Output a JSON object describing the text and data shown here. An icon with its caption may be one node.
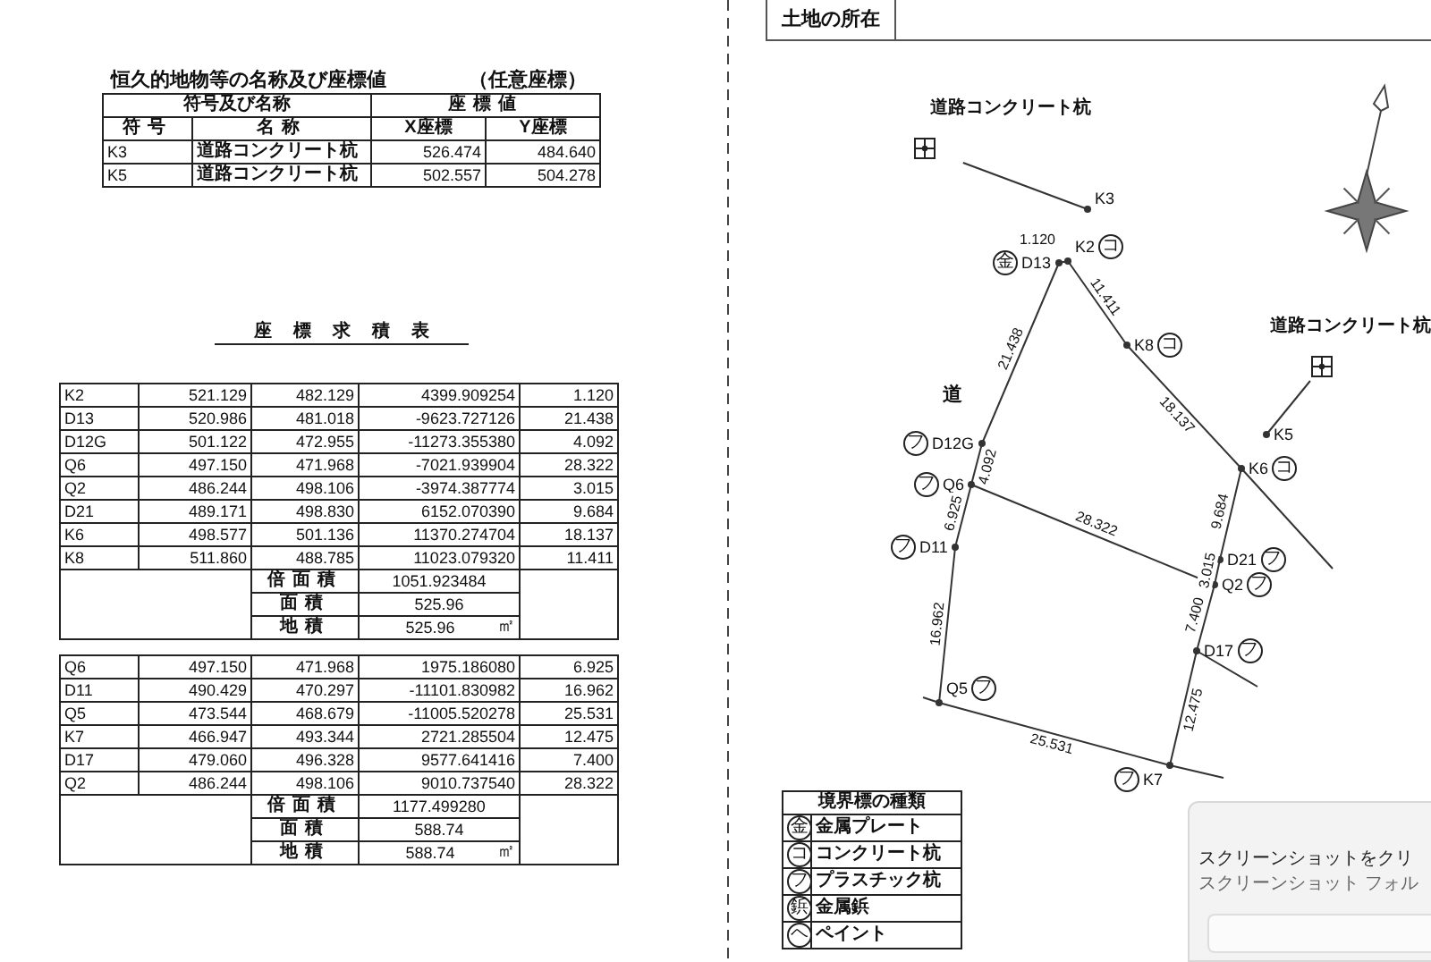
{
  "diagram": {
    "nodes": [
      {
        "text": [
          "道路コンクリート杭"
        ]
      },
      {
        "text": [
          "K3"
        ]
      },
      {
        "text": [
          "金",
          "D13"
        ]
      },
      {
        "text": [
          "K2",
          "コ"
        ]
      },
      {
        "text": [
          "K8",
          "コ"
        ]
      },
      {
        "text": [
          "道路コンクリート杭"
        ]
      },
      {
        "text": [
          "K5"
        ]
      },
      {
        "text": [
          "フ",
          "D12G"
        ]
      },
      {
        "text": [
          "K6",
          "コ"
        ]
      },
      {
        "text": [
          "フ",
          "Q6"
        ]
      },
      {
        "text": [
          "フ",
          "D11"
        ]
      },
      {
        "text": [
          "D21",
          "フ"
        ]
      },
      {
        "text": [
          "Q2",
          "フ"
        ]
      },
      {
        "text": [
          "D17",
          "フ"
        ]
      },
      {
        "text": [
          "Q5",
          "フ"
        ]
      },
      {
        "text": [
          "フ",
          "K7"
        ]
      }
    ],
    "edges": [
      {
        "from": 0,
        "to": 1,
        "arrow": "none"
      },
      {
        "from": 5,
        "to": 6,
        "arrow": "none"
      },
      {
        "from": 2,
        "to": 3,
        "arrow": "none",
        "label": "1.120"
      },
      {
        "from": 3,
        "to": 4,
        "arrow": "none",
        "label": "11.411"
      },
      {
        "from": 4,
        "to": 8,
        "arrow": "none",
        "label": "18.137"
      },
      {
        "from": 2,
        "to": 7,
        "arrow": "none",
        "label": "21.438"
      },
      {
        "from": 7,
        "to": 9,
        "arrow": "none",
        "label": "4.092"
      },
      {
        "from": 9,
        "to": 10,
        "arrow": "none",
        "label": "6.925"
      },
      {
        "from": 10,
        "to": 14,
        "arrow": "none",
        "label": "16.962"
      },
      {
        "from": 14,
        "to": 15,
        "arrow": "none",
        "label": "25.531"
      },
      {
        "from": 15,
        "to": 13,
        "arrow": "none",
        "label": "12.475"
      },
      {
        "from": 13,
        "to": 12,
        "arrow": "none",
        "label": "7.400"
      },
      {
        "from": 12,
        "to": 11,
        "arrow": "none",
        "label": "3.015"
      },
      {
        "from": 11,
        "to": 8,
        "arrow": "none",
        "label": "9.684"
      },
      {
        "from": 9,
        "to": 12,
        "arrow": "none",
        "label": "28.322"
      },
      {
        "from": 8,
        "to": null,
        "arrow": "none"
      },
      {
        "from": 14,
        "to": null,
        "arrow": "none"
      },
      {
        "from": 15,
        "to": null,
        "arrow": "none"
      },
      {
        "from": 13,
        "to": null,
        "arrow": "none"
      }
    ],
    "labels": [
      "恒久的地物等の名称及び座標値",
      "（任意座標）",
      "符号及び名称",
      "座標値",
      "符号",
      "名称",
      "X座標",
      "Y座標",
      "K3",
      "道路コンクリート杭",
      "526.474",
      "484.640",
      "K5",
      "道路コンクリート杭",
      "502.557",
      "504.278",
      "座標求積表",
      "K2",
      "521.129",
      "482.129",
      "4399.909254",
      "1.120",
      "D13",
      "520.986",
      "481.018",
      "-9623.727126",
      "21.438",
      "D12G",
      "501.122",
      "472.955",
      "-11273.355380",
      "4.092",
      "Q6",
      "497.150",
      "471.968",
      "-7021.939904",
      "28.322",
      "Q2",
      "486.244",
      "498.106",
      "-3974.387774",
      "3.015",
      "D21",
      "489.171",
      "498.830",
      "6152.070390",
      "9.684",
      "K6",
      "498.577",
      "501.136",
      "11370.274704",
      "18.137",
      "K8",
      "511.860",
      "488.785",
      "11023.079320",
      "11.411",
      "倍面積",
      "1051.923484",
      "面積",
      "525.96",
      "地積",
      "525.96",
      "㎡",
      "Q6",
      "497.150",
      "471.968",
      "1975.186080",
      "6.925",
      "D11",
      "490.429",
      "470.297",
      "-11101.830982",
      "16.962",
      "Q5",
      "473.544",
      "468.679",
      "-11005.520278",
      "25.531",
      "K7",
      "466.947",
      "493.344",
      "2721.285504",
      "12.475",
      "D17",
      "479.060",
      "496.328",
      "9577.641416",
      "7.400",
      "Q2",
      "486.244",
      "498.106",
      "9010.737540",
      "28.322",
      "倍面積",
      "1177.499280",
      "面積",
      "588.74",
      "地積",
      "588.74",
      "㎡",
      "土地の所在",
      "道",
      "境界標の種類",
      "金",
      "金属プレート",
      "コ",
      "コンクリート杭",
      "フ",
      "プラスチック杭",
      "鋲",
      "金属鋲",
      "ヘ",
      "ペイント",
      "スクリーンショットをクリ",
      "スクリーンショット フォル"
    ]
  }
}
